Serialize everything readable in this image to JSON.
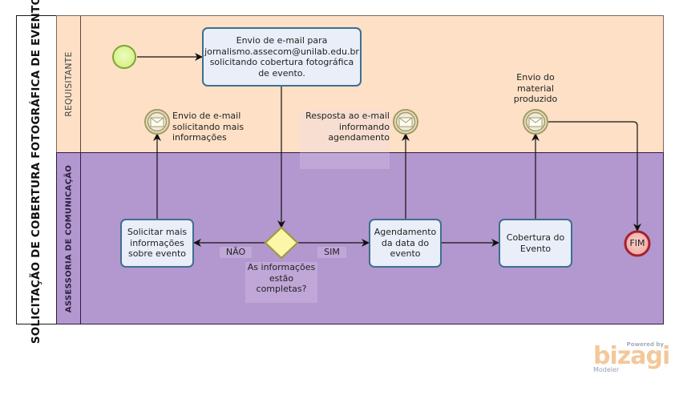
{
  "pool": {
    "title": "SOLICITAÇÃO DE COBERTURA FOTOGRÁFICA DE EVENTO"
  },
  "lanes": [
    {
      "label": "REQUISITANTE",
      "color": "#fde0c6"
    },
    {
      "label": "ASSESSORIA DE COMUNICAÇÃO",
      "color": "#b397cf"
    }
  ],
  "events": {
    "start": {
      "type": "start",
      "color": "#d9f59a"
    },
    "msg_solicitar": {
      "type": "intermediate-message",
      "label": "Envio de e-mail solicitando mais informações"
    },
    "msg_resposta": {
      "type": "intermediate-message",
      "label": "Resposta ao e-mail informando agendamento"
    },
    "msg_material": {
      "type": "intermediate-message",
      "label": "Envio do material produzido"
    },
    "end": {
      "type": "end",
      "label": "FIM",
      "color": "#f5b3ad"
    }
  },
  "tasks": {
    "envio_email": {
      "label": "Envio de e-mail para jornalismo.assecom@unilab.edu.br solicitando cobertura fotográfica de evento."
    },
    "solicitar_info": {
      "label": "Solicitar mais informações sobre evento"
    },
    "agendamento": {
      "label": "Agendamento da data do evento"
    },
    "cobertura": {
      "label": "Cobertura do Evento"
    }
  },
  "gateway": {
    "label": "As informações estão completas?",
    "no_label": "NÃO",
    "yes_label": "SIM",
    "color": "#fbf6a8"
  },
  "branding": {
    "powered_by": "Powered by",
    "brand": "bizagi",
    "product": "Modeler"
  }
}
